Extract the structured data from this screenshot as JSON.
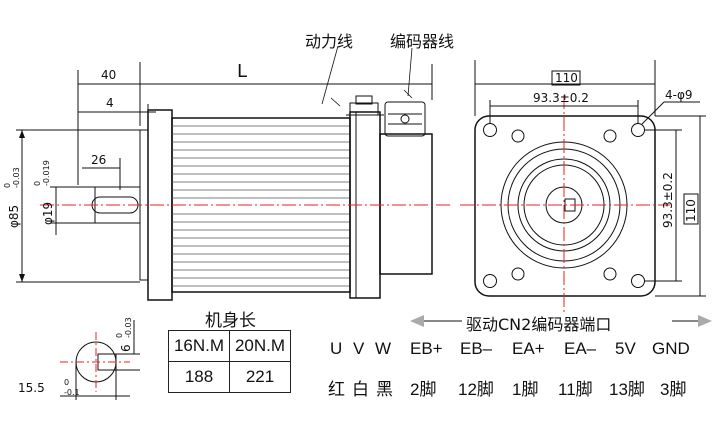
{
  "annotations": {
    "power_line": "动力线",
    "encoder_line": "编码器线",
    "length": "L",
    "dim_40": "40",
    "dim_4": "4",
    "dim_26": "26",
    "dim_110_top": "110",
    "dim_110_side": "110",
    "dim_pcd_h": "93.3±0.2",
    "dim_pcd_v": "93.3±0.2",
    "holes": "4-φ9",
    "dia_85": "φ85",
    "dia_85_tol": "0",
    "dia_85_tol2": "-0.03",
    "dia_19": "φ19",
    "dia_19_tol": "0",
    "dia_19_tol2": "-0.019",
    "key_6": "6",
    "key_6_tol": "0",
    "key_6_tol2": "-0.03",
    "key_15": "15.5",
    "key_15_tol": "0",
    "key_15_tol2": "-0.1"
  },
  "length_table": {
    "title": "机身长",
    "headers": [
      "16N.M",
      "20N.M"
    ],
    "values": [
      "188",
      "221"
    ]
  },
  "encoder_port": {
    "title": "驱动CN2编码器端口",
    "signals": [
      "U",
      "V",
      "W",
      "EB+",
      "EB–",
      "EA+",
      "EA–",
      "5V",
      "GND"
    ],
    "pins": [
      "红",
      "白",
      "黑",
      "2脚",
      "12脚",
      "1脚",
      "11脚",
      "13脚",
      "3脚"
    ]
  }
}
